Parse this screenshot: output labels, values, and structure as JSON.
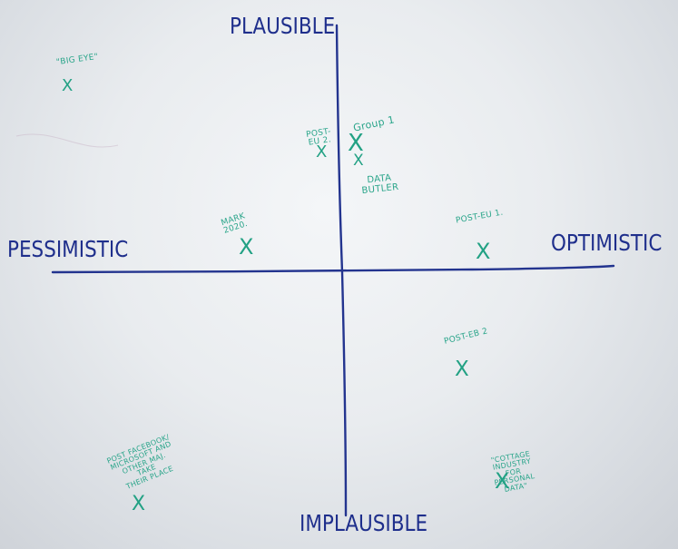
{
  "axes": {
    "top": "PLAUSIBLE",
    "bottom": "IMPLAUSIBLE",
    "left": "PESSIMISTIC",
    "right": "OPTIMISTIC"
  },
  "notes": {
    "big_eye": "\"BIG EYE\"",
    "post_eu_2": "POST-\nEU 2.",
    "group_1": "Group 1",
    "data_butler": "DATA\nBUTLER",
    "mark_2020": "MARK\n2020.",
    "post_eu_1": "POST-EU 1.",
    "post_eb_2": "POST-EB 2",
    "post_facebook": "POST FACEBOOK/\nMICROSOFT AND\nOTHER MAJ.\nTAKE\nTHEIR PLACE",
    "cottage_industry": "\"COTTAGE\nINDUSTRY\nFOR\nPERSONAL\nDATA\""
  },
  "marks": {
    "symbol": "X"
  },
  "colors": {
    "axis_ink": "#1f2f8c",
    "note_ink": "#2aa58a"
  }
}
